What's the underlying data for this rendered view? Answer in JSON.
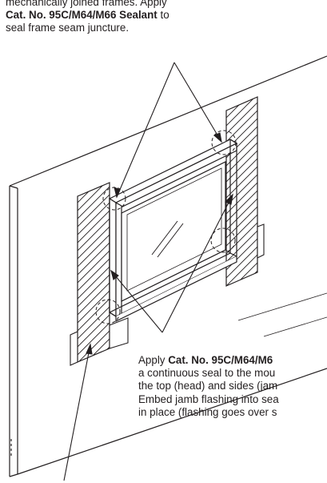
{
  "notes": {
    "top": {
      "line1": "mechanically joined frames. Apply",
      "line2_bold": "Cat. No. 95C/M64/M66 Sealant",
      "line2_rest": " to",
      "line3": "seal frame seam juncture."
    },
    "bottom": {
      "line1_pre": "Apply ",
      "line1_bold": "Cat. No. 95C/M64/M6",
      "line2": "a continuous seal to the mou",
      "line3": "the top (head) and sides (jam",
      "line4": "Embed jamb flashing into sea",
      "line5": "in place (flashing goes over s"
    }
  },
  "colors": {
    "ink": "#231f20",
    "paper": "#ffffff"
  }
}
